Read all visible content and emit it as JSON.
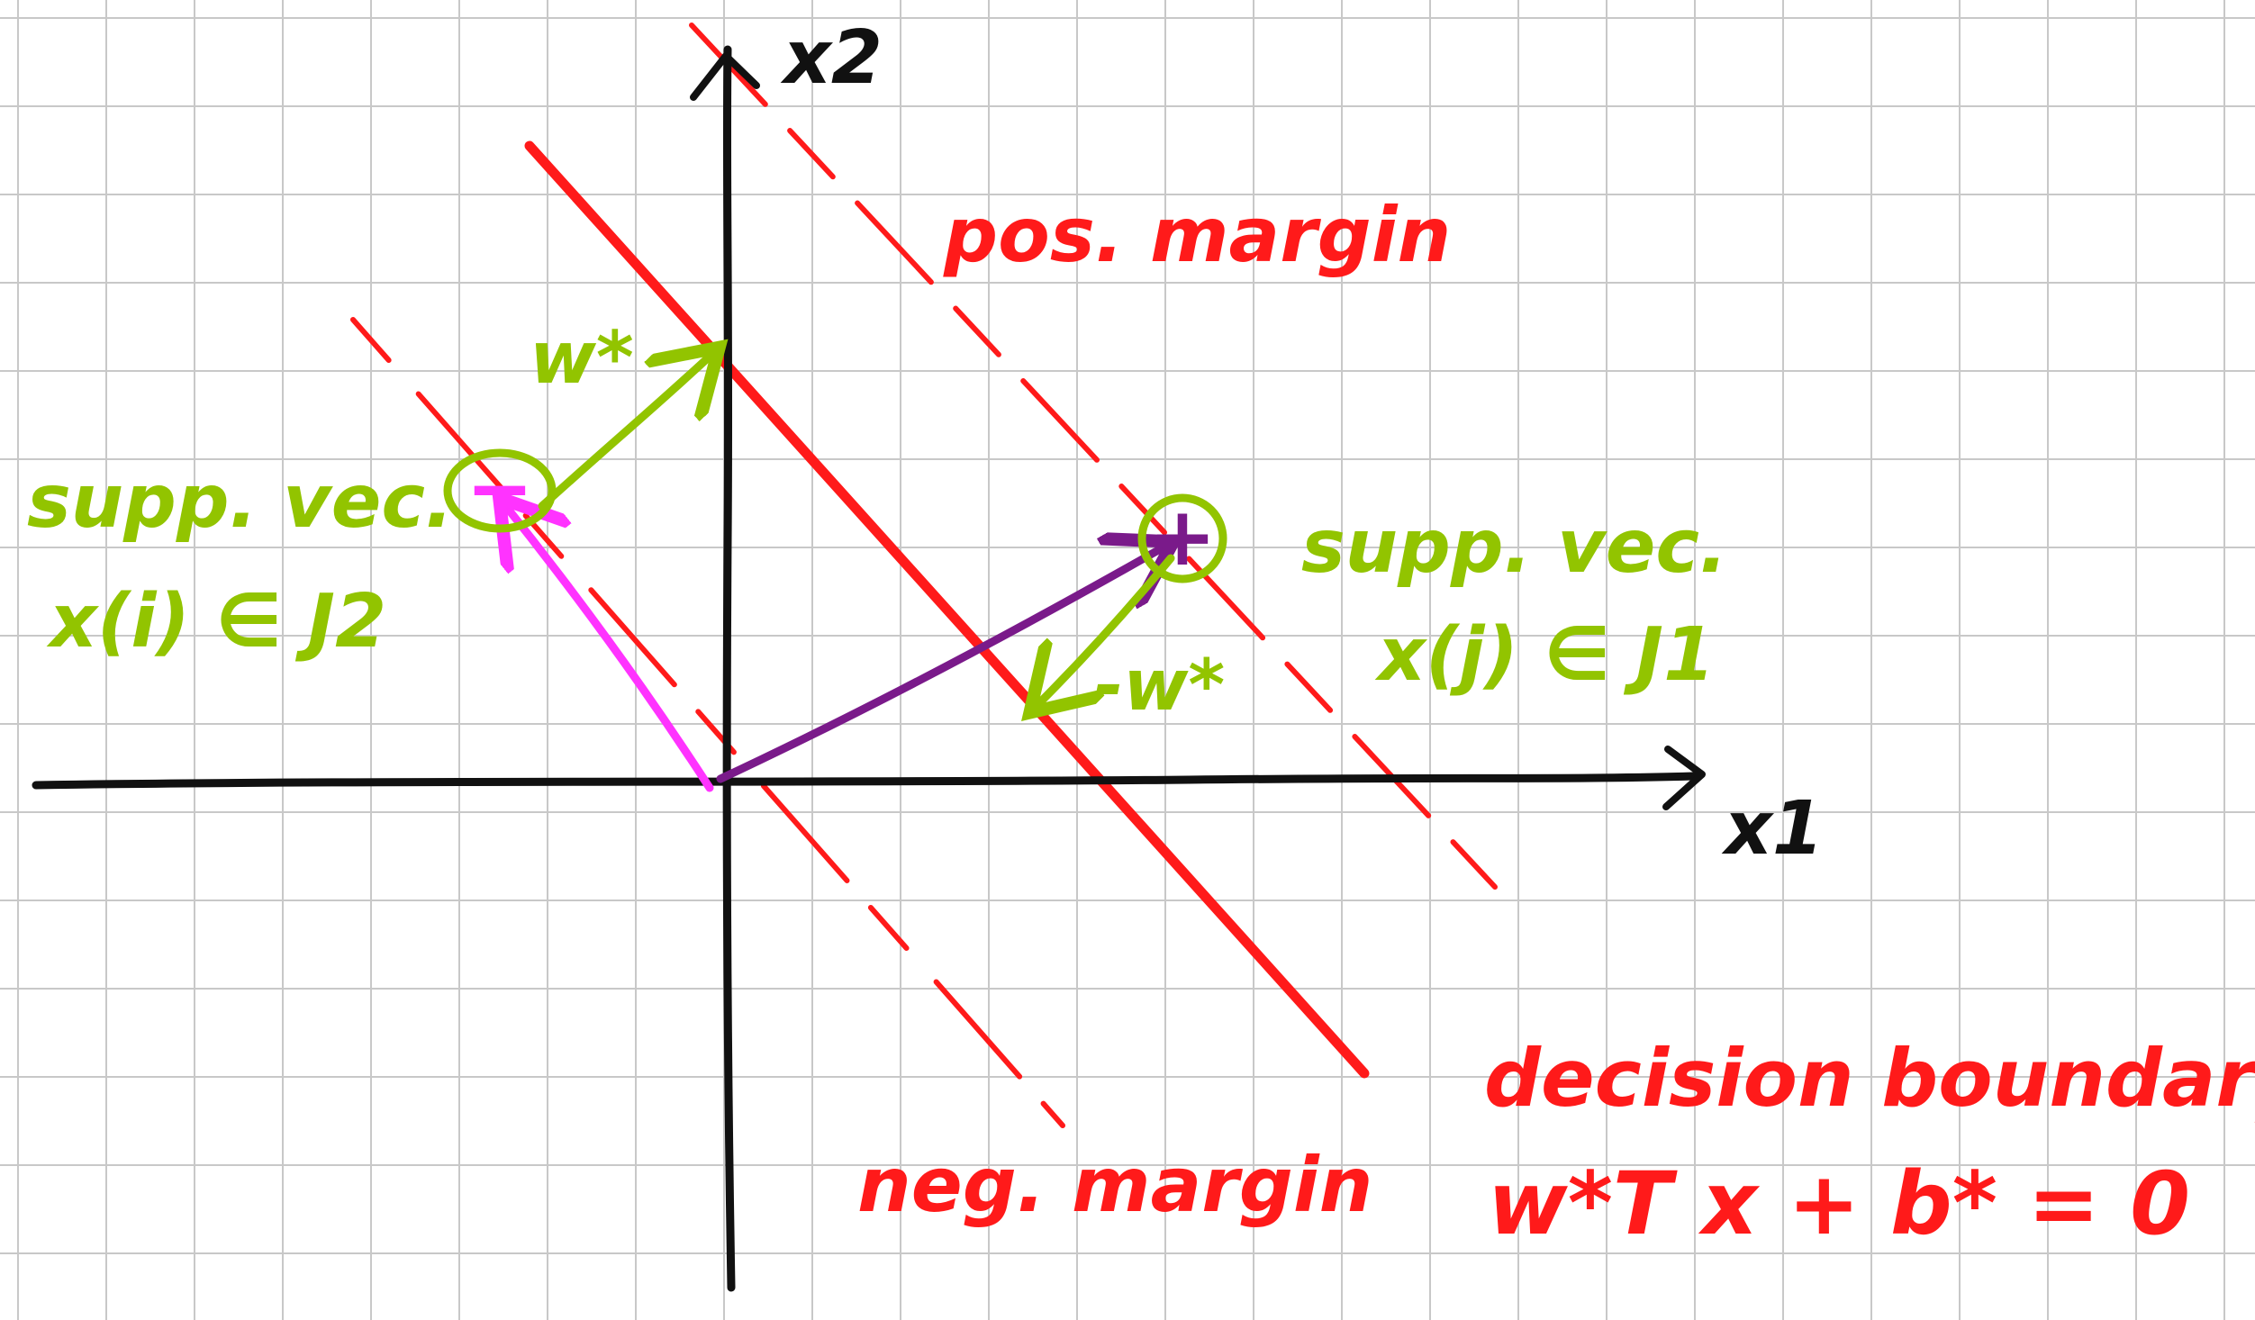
{
  "colors": {
    "grid": "#c8c8c8",
    "axes": "#111111",
    "boundary": "#ff1a1a",
    "margin": "#ff1a1a",
    "support_vector": "#92c400",
    "w_vector": "#92c400",
    "neg_point_vector": "#ff33ff",
    "pos_point_vector": "#7a1a8a"
  },
  "axes": {
    "x_label": "x1",
    "y_label": "x2"
  },
  "labels": {
    "pos_margin": "pos. margin",
    "neg_margin": "neg. margin",
    "decision_boundary": "decision boundary",
    "boundary_equation": "w*T x + b* = 0",
    "w_star": "w*",
    "neg_w_star": "-w*",
    "supp_vec_left_title": "supp. vec.",
    "supp_vec_left_set": "x(i) ∈ J2",
    "supp_vec_right_title": "supp. vec.",
    "supp_vec_right_set": "x(j) ∈ J1"
  },
  "markers": {
    "neg_point": "−",
    "pos_point": "+"
  }
}
